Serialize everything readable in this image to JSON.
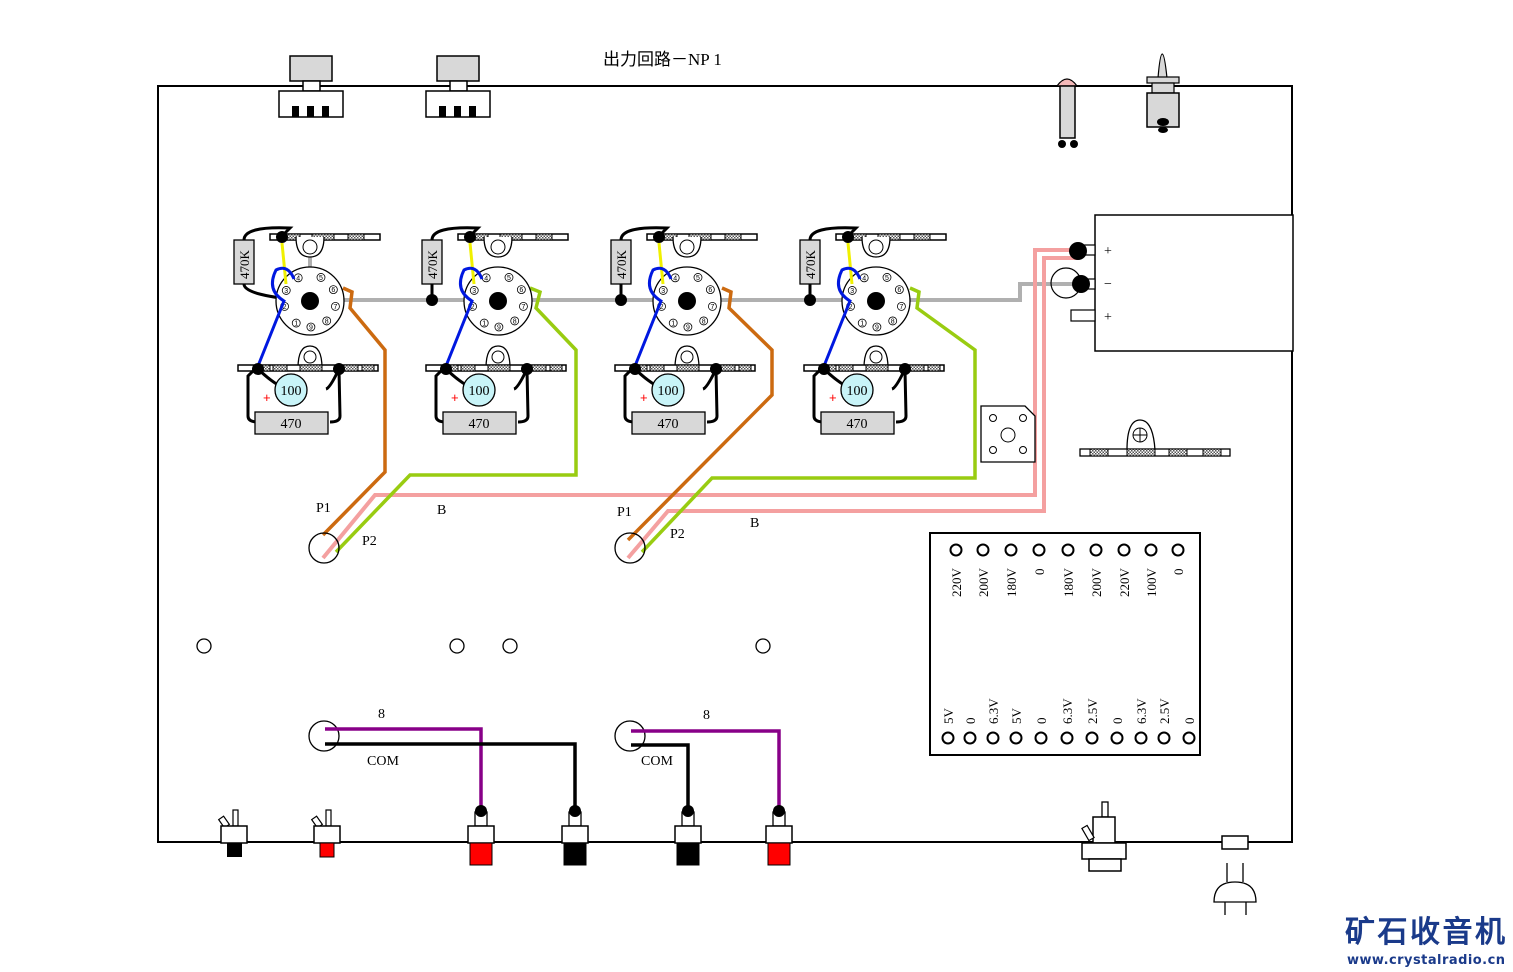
{
  "title": "出力回路－NP 1",
  "colors": {
    "chassis": "#000000",
    "heater_wire": "#b0b0b0",
    "b_plus_wire": "#f4a0a0",
    "p1_wire": "#cc6a10",
    "p2_wire": "#99cc11",
    "grid_wire": "#0018e0",
    "grid_link": "#f0f000",
    "speaker_8_wire": "#880088",
    "com_wire": "#000000",
    "capacitor_fill": "#c8f4f8",
    "resistor_fill": "#d8d8d8",
    "red_terminal": "#ff0000",
    "logo_blue": "#1a3a8a"
  },
  "tubes": [
    {
      "id": "V1",
      "grid_resistor": "470K",
      "cathode_cap": "100",
      "cathode_resistor": "470",
      "plus_mark": "+",
      "pins": [
        "1",
        "2",
        "3",
        "4",
        "5",
        "6",
        "7",
        "8",
        "9"
      ]
    },
    {
      "id": "V2",
      "grid_resistor": "470K",
      "cathode_cap": "100",
      "cathode_resistor": "470",
      "plus_mark": "+",
      "pins": [
        "1",
        "2",
        "3",
        "4",
        "5",
        "6",
        "7",
        "8",
        "9"
      ]
    },
    {
      "id": "V3",
      "grid_resistor": "470K",
      "cathode_cap": "100",
      "cathode_resistor": "470",
      "plus_mark": "+",
      "pins": [
        "1",
        "2",
        "3",
        "4",
        "5",
        "6",
        "7",
        "8",
        "9"
      ]
    },
    {
      "id": "V4",
      "grid_resistor": "470K",
      "cathode_cap": "100",
      "cathode_resistor": "470",
      "plus_mark": "+",
      "pins": [
        "1",
        "2",
        "3",
        "4",
        "5",
        "6",
        "7",
        "8",
        "9"
      ]
    }
  ],
  "output_transformers": [
    {
      "p1": "P1",
      "p2": "P2",
      "b": "B",
      "tap_8": "8",
      "com": "COM"
    },
    {
      "p1": "P1",
      "p2": "P2",
      "b": "B",
      "tap_8": "8",
      "com": "COM"
    }
  ],
  "filter_cap": {
    "terminals": [
      "+",
      "−",
      "+"
    ]
  },
  "power_transformer": {
    "top_labels": [
      "220V",
      "200V",
      "180V",
      "0",
      "180V",
      "200V",
      "220V",
      "100V",
      "0"
    ],
    "bottom_labels": [
      "5V",
      "0",
      "6.3V",
      "5V",
      "0",
      "6.3V",
      "2.5V",
      "0",
      "6.3V",
      "2.5V",
      "0"
    ]
  },
  "logo": {
    "name": "矿石收音机",
    "url": "www.crystalradio.cn"
  }
}
